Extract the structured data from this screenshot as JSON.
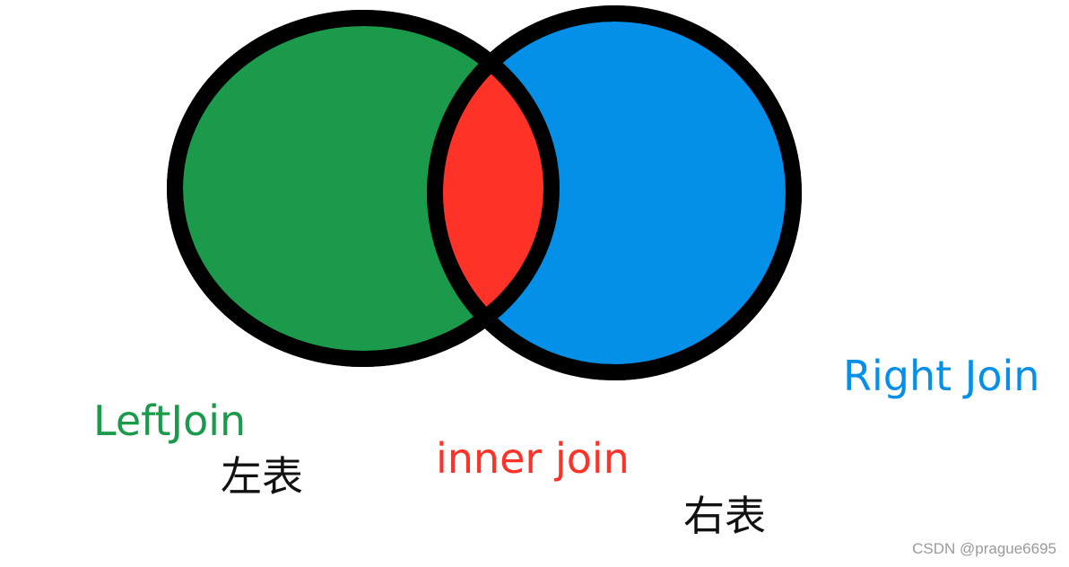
{
  "labels": {
    "left_join": "LeftJoin",
    "left_table": "左表",
    "inner_join": "inner join",
    "right_join": "Right Join",
    "right_table": "右表"
  },
  "watermark": "CSDN @prague6695",
  "colors": {
    "left": "#1a9a4a",
    "right": "#0490e8",
    "intersection": "#ff3228",
    "outline": "#000000",
    "left_label": "#1a9a4a",
    "inner_label": "#ff3228",
    "right_label": "#0490e8",
    "table_label": "#111111"
  }
}
